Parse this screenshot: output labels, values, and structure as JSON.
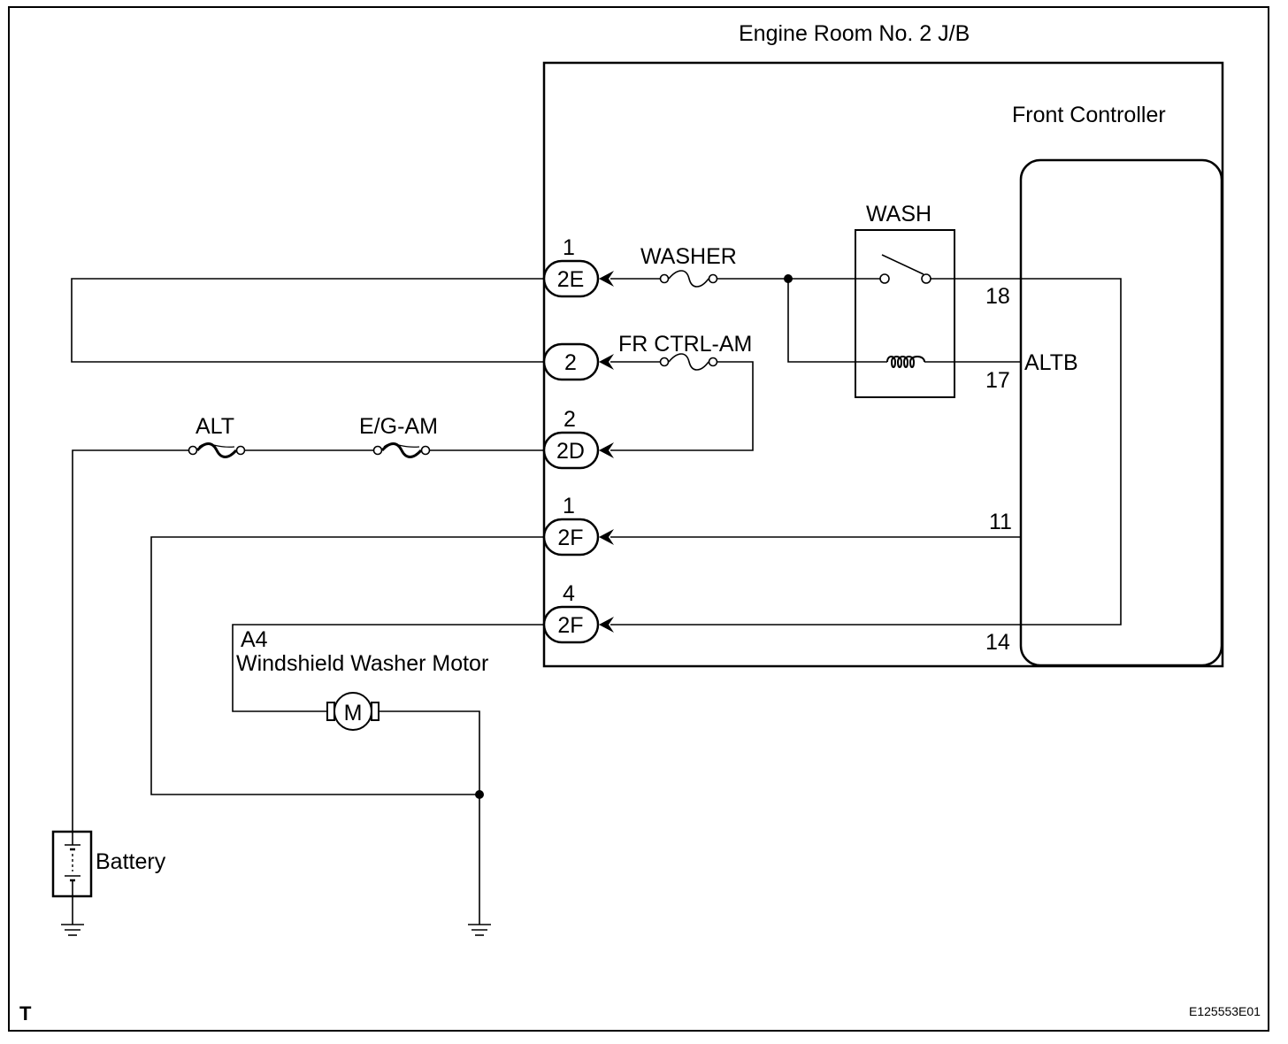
{
  "titles": {
    "junction_block": "Engine Room No. 2 J/B",
    "controller": "Front Controller"
  },
  "relay": {
    "label": "WASH"
  },
  "fuses": {
    "washer": "WASHER",
    "fr_ctrl_am": "FR CTRL-AM",
    "alt": "ALT",
    "eg_am": "E/G-AM"
  },
  "connectors": [
    {
      "name": "2E",
      "pin": "1"
    },
    {
      "name": "2",
      "pin": ""
    },
    {
      "name": "2D",
      "pin": "2"
    },
    {
      "name": "2F",
      "pin": "1"
    },
    {
      "name": "2F",
      "pin": "4"
    }
  ],
  "controller_pins": {
    "p18": "18",
    "p17": "17",
    "altb": "ALTB",
    "p11": "11",
    "p14": "14"
  },
  "motor": {
    "code": "A4",
    "name": "Windshield Washer Motor",
    "symbol": "M"
  },
  "battery": {
    "label": "Battery"
  },
  "footer": {
    "tag": "T",
    "figure_code": "E125553E01"
  }
}
